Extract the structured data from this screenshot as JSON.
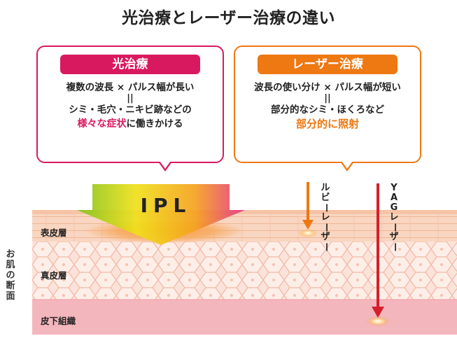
{
  "title": "光治療とレーザー治療の違い",
  "ipl_box": {
    "badge": "光治療",
    "line1": "複数の波長 × パルス幅が長い",
    "equals": "||",
    "line2": "シミ・毛穴・ニキビ跡などの",
    "line3_emphasis": "様々な症状",
    "line3_rest": "に働きかける"
  },
  "laser_box": {
    "badge": "レーザー治療",
    "line1": "波長の使い分け × パルス幅が短い",
    "equals": "||",
    "line2": "部分的なシミ・ほくろなど",
    "line3_emphasis": "部分的に照射"
  },
  "skin": {
    "side_label": "お肌の断面",
    "layers": [
      "表皮層",
      "真皮層",
      "皮下組織"
    ],
    "ipl_label": "IPL",
    "ruby_label": "ルビーレーザー",
    "yag_label": "YAGレーザー"
  },
  "colors": {
    "ipl_accent": "#d9195f",
    "laser_accent": "#ee7812",
    "ruby_arrow": "#ee7812",
    "yag_arrow": "#d51f2b",
    "epidermis": "#f7cdb3",
    "dermis": "#fbe3da",
    "subcutis": "#f4b6bd"
  }
}
